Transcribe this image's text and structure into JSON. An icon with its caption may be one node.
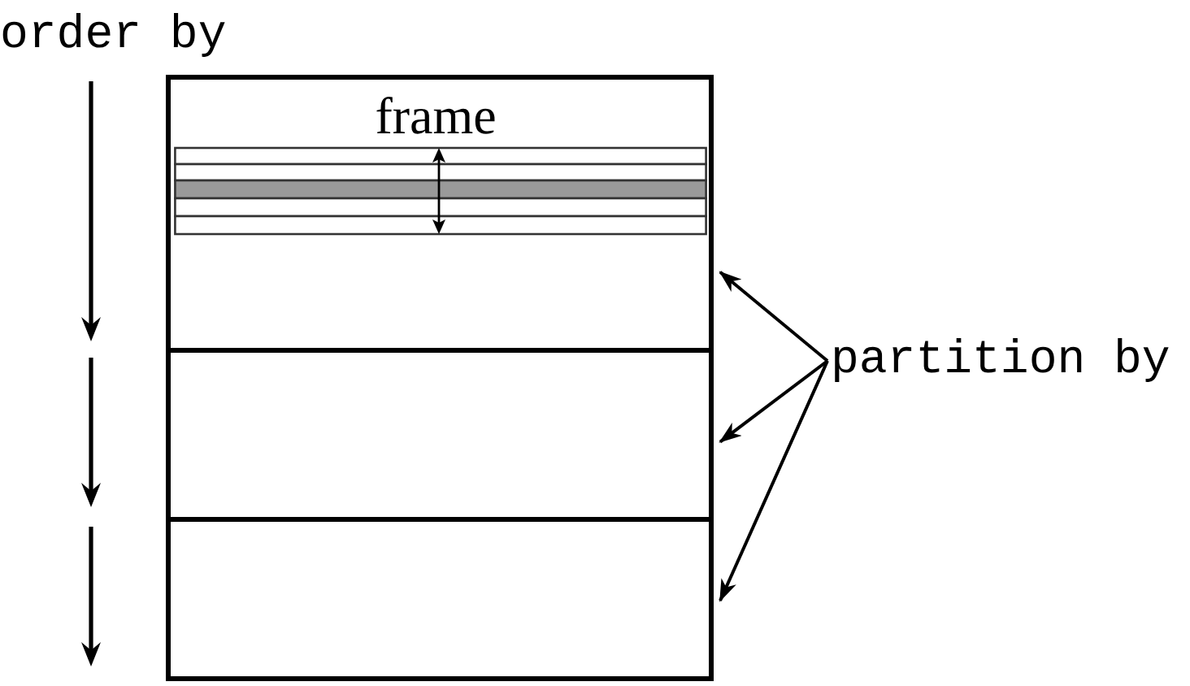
{
  "diagram": {
    "nodes": [
      {
        "text": [],
        "shape": "box"
      },
      {
        "text": [],
        "shape": "box"
      },
      {
        "text": [],
        "shape": "box"
      },
      {
        "text": [
          "frame"
        ],
        "in": 0
      },
      {
        "text": [
          "partition by"
        ]
      }
    ],
    "edges": [
      {
        "from": 4,
        "to": 0,
        "arrow": "to"
      },
      {
        "from": 4,
        "to": 1,
        "arrow": "to"
      },
      {
        "from": 4,
        "to": 2,
        "arrow": "to"
      }
    ],
    "labels": [
      "order by"
    ]
  }
}
